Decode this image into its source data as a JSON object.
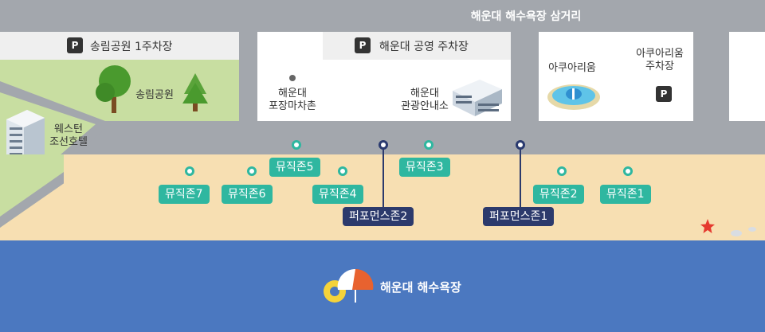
{
  "road_label": "해운대 해수욕장 삼거리",
  "songrim": {
    "parking_label": "송림공원 1주차장",
    "park_label": "송림공원",
    "parking_icon": "P"
  },
  "westin": {
    "label_line1": "웨스턴",
    "label_line2": "조선호텔"
  },
  "haeundae_block": {
    "parking_label": "해운대 공영 주차장",
    "parking_icon": "P",
    "market_line1": "해운대",
    "market_line2": "포장마차촌",
    "info_line1": "해운대",
    "info_line2": "관광안내소"
  },
  "aquarium_block": {
    "aquarium_label": "아쿠아리움",
    "parking_line1": "아쿠아리움",
    "parking_line2": "주차장",
    "parking_icon": "P"
  },
  "music_zones": [
    "뮤직존1",
    "뮤직존2",
    "뮤직존3",
    "뮤직존4",
    "뮤직존5",
    "뮤직존6",
    "뮤직존7"
  ],
  "performance_zones": [
    "퍼포먼스존1",
    "퍼포먼스존2"
  ],
  "beach_label": "해운대 해수욕장",
  "colors": {
    "sand": "#f7dfb2",
    "sea": "#4b78c0",
    "road": "#a3a7ad",
    "park": "#c8dea1",
    "music": "#2fb7a0",
    "performance": "#2c3a6c"
  }
}
